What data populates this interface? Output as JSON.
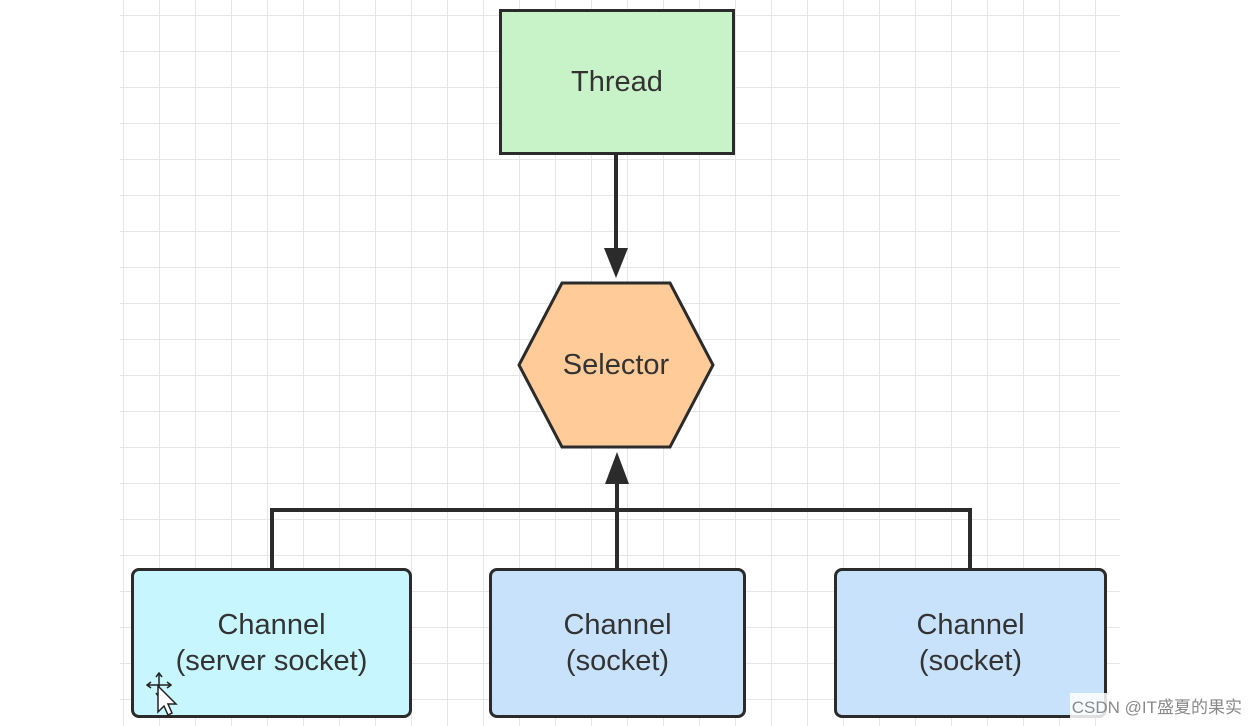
{
  "diagram": {
    "thread": {
      "label": "Thread",
      "fill": "#c8f2c8"
    },
    "selector": {
      "label": "Selector",
      "fill": "#ffcc99"
    },
    "channels": [
      {
        "line1": "Channel",
        "line2": "(server socket)",
        "fill": "#c8f6ff"
      },
      {
        "line1": "Channel",
        "line2": "(socket)",
        "fill": "#c8e2fc"
      },
      {
        "line1": "Channel",
        "line2": "(socket)",
        "fill": "#c8e2fc"
      }
    ],
    "stroke_color": "#2b2b2b"
  },
  "watermark": "CSDN @IT盛夏的果实",
  "icons": {
    "cursor": "move-cursor-icon"
  }
}
